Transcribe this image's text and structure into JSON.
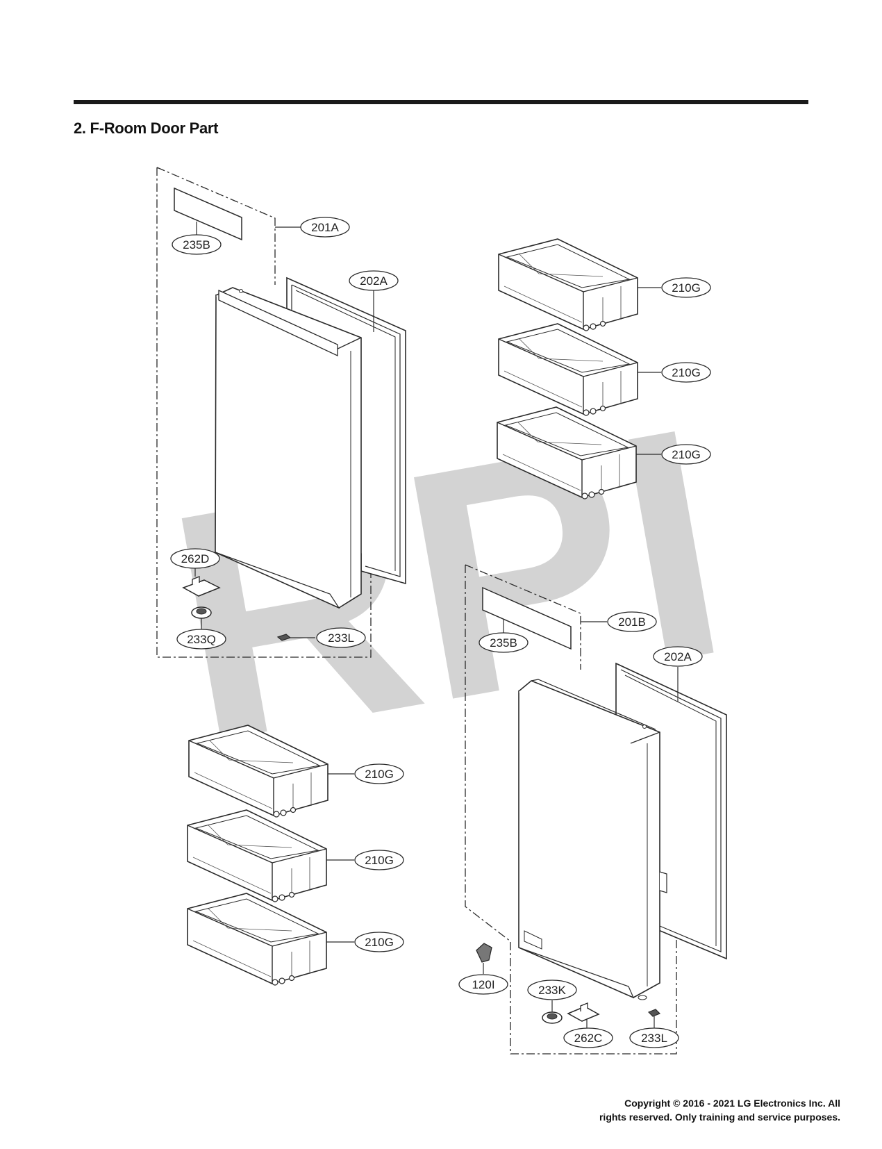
{
  "section_title": "2. F-Room Door Part",
  "watermark": "RPI",
  "copyright": {
    "line1": "Copyright © 2016 - 2021 LG Electronics Inc. All",
    "line2": "rights reserved. Only training and service purposes."
  },
  "callouts": {
    "left_panel_label": "235B",
    "left_door_assembly": "201A",
    "left_gasket": "202A",
    "left_hinge_bracket": "262D",
    "left_hinge_cap": "233Q",
    "left_door_stopper": "233L",
    "right_panel_label": "235B",
    "right_door_assembly": "201B",
    "right_gasket": "202A",
    "right_sensor": "120I",
    "right_hinge_cap": "233K",
    "right_hinge_bracket": "262C",
    "right_door_stopper": "233L",
    "basket_label": "210G"
  },
  "colors": {
    "line": "#2a2a2a",
    "watermark": "#d3d3d3"
  }
}
